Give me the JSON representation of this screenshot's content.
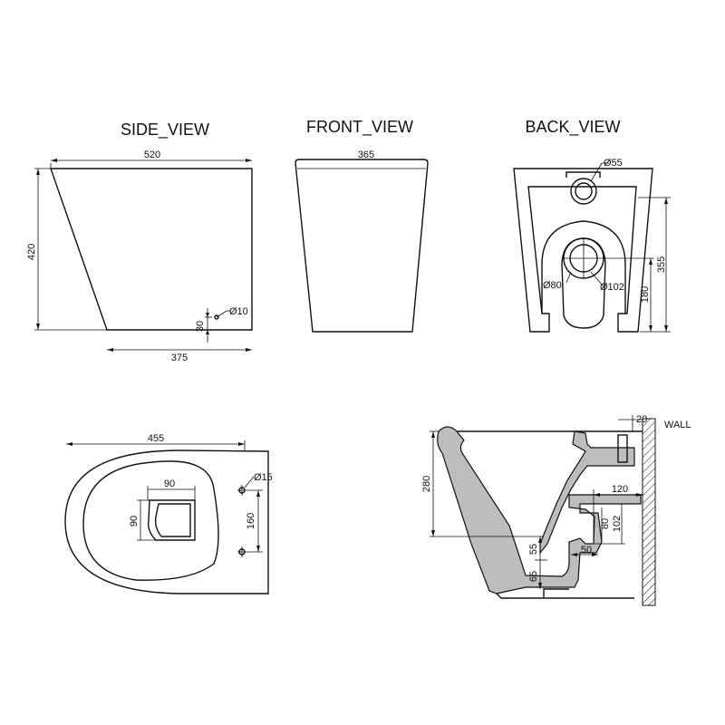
{
  "views": {
    "side": {
      "title": "SIDE_VIEW",
      "dims": {
        "width": "520",
        "height": "420",
        "base": "375",
        "hole_dia": "Ø10",
        "hole_height": "30"
      }
    },
    "front": {
      "title": "FRONT_VIEW",
      "dims": {
        "width": "365"
      }
    },
    "back": {
      "title": "BACK_VIEW",
      "dims": {
        "top_hole": "Ø55",
        "outlet_inner": "Ø80",
        "outlet_outer": "Ø102",
        "height_total": "355",
        "outlet_height": "180"
      }
    },
    "top": {
      "dims": {
        "length": "455",
        "fix_hole": "Ø15",
        "hole_spacing": "160",
        "seat_w": "90",
        "seat_h": "90"
      }
    },
    "section": {
      "wall_label": "WALL",
      "dims": {
        "wall_gap": "20",
        "height": "280",
        "outlet_depth": "120",
        "outlet_a": "80",
        "outlet_b": "102",
        "trap_a": "55",
        "trap_b": "65",
        "outlet_len": "50"
      }
    }
  }
}
